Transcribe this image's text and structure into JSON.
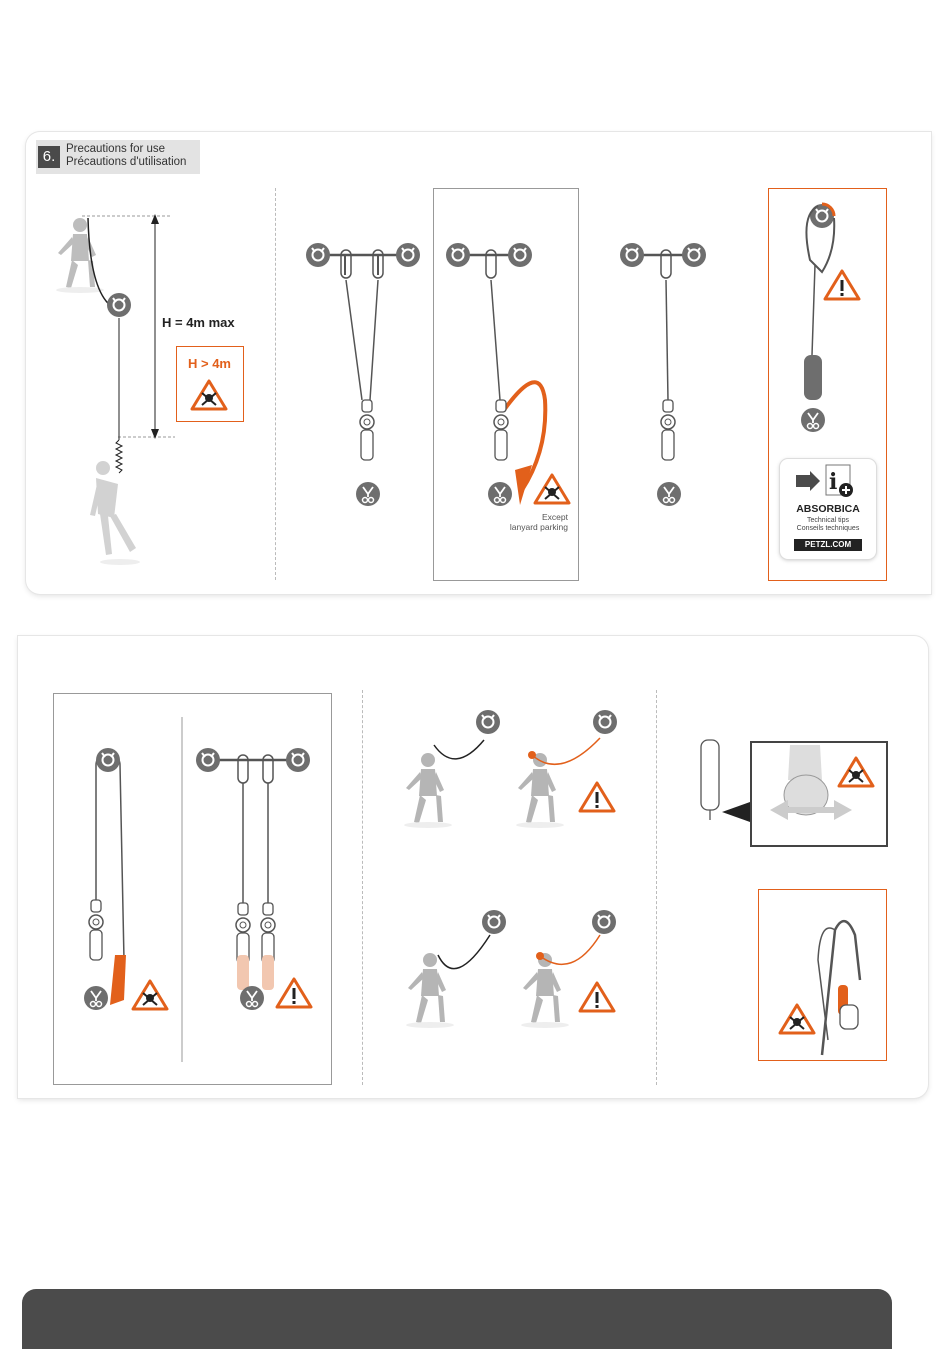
{
  "section": {
    "number": "6.",
    "title_en": "Precautions for use",
    "title_fr": "Précautions d'utilisation"
  },
  "fall_height": {
    "max_label": "H = 4m max",
    "exceed_label": "H > 4m"
  },
  "notes": {
    "except_line1": "Except",
    "except_line2": "lanyard parking"
  },
  "absorbica_card": {
    "title": "ABSORBICA",
    "subtitle_en": "Technical tips",
    "subtitle_fr": "Conseils techniques",
    "url": "PETZL.COM"
  },
  "icons": {
    "anchor": "anchor-icon",
    "harness": "harness-icon",
    "danger": "skull-warning-icon",
    "warning": "exclamation-warning-icon",
    "info": "info-plus-icon"
  },
  "colors": {
    "accent": "#e2601b",
    "dark": "#4b4b4b",
    "grey_figure": "#bdbdbd",
    "badge": "#6e6e6e"
  }
}
